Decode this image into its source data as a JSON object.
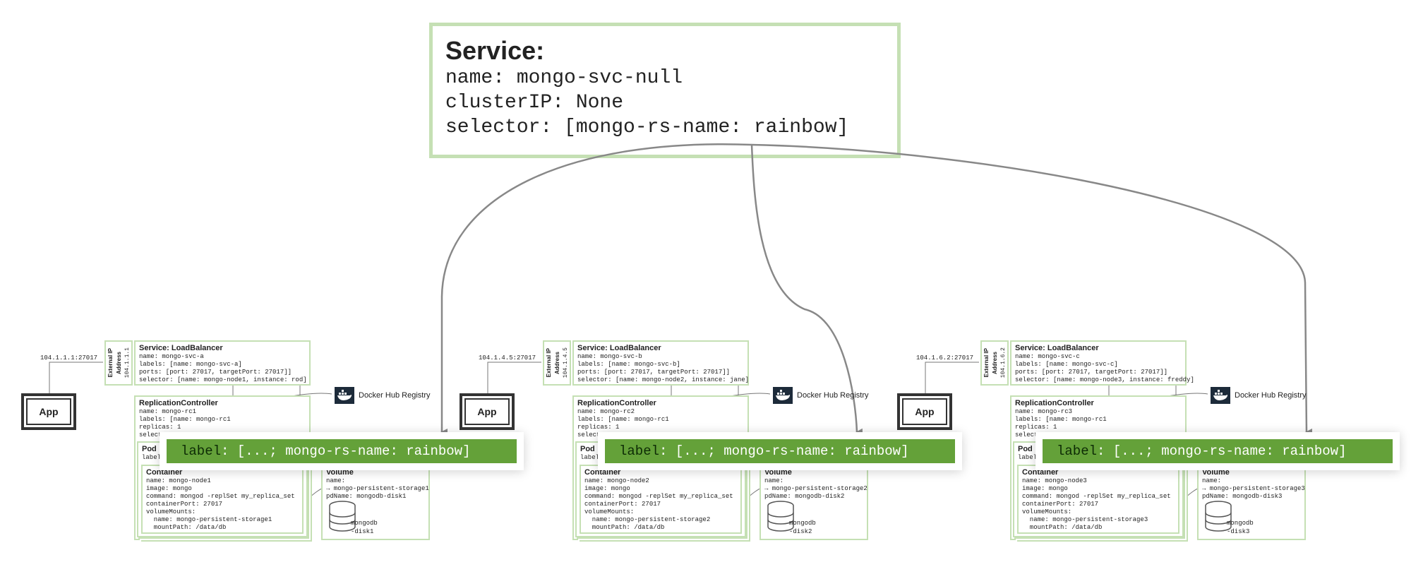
{
  "top_service": {
    "title": "Service:",
    "lines": [
      "name: mongo-svc-null",
      "clusterIP: None",
      "selector: [mongo-rs-name: rainbow]"
    ]
  },
  "label_key": "label",
  "label_value": ": [...; mongo-rs-name: rainbow]",
  "clusters": [
    {
      "ip_port": "104.1.1.1:27017",
      "ext_ip": {
        "title1": "External IP",
        "title2": "Address",
        "value": "104.1.1.1"
      },
      "app": "App",
      "lb": {
        "title": "Service: LoadBalancer",
        "lines": [
          "name: mongo-svc-a",
          "labels: [name: mongo-svc-a]",
          "ports: [port: 27017, targetPort: 27017]]",
          "selector: [name: mongo-node1, instance: rod]"
        ]
      },
      "rc": {
        "title": "ReplicationController",
        "lines": [
          "name: mongo-rc1",
          "labels: [name: mongo-rc1",
          "replicas: 1",
          "selector"
        ]
      },
      "docker": "Docker Hub Registry",
      "pod": {
        "title": "Pod",
        "line": "label"
      },
      "container": {
        "title": "Container",
        "lines": [
          "name: mongo-node1",
          "image: mongo",
          "command: mongod -replSet my_replica_set",
          "containerPort: 27017",
          "volumeMounts:",
          "  name: mongo-persistent-storage1",
          "  mountPath: /data/db"
        ]
      },
      "volume": {
        "title": "Volume",
        "lines": [
          "name:",
          "→ mongo-persistent-storage1",
          "pdName: mongodb-disk1"
        ],
        "disk": [
          "mongodb",
          "-disk1"
        ]
      }
    },
    {
      "ip_port": "104.1.4.5:27017",
      "ext_ip": {
        "title1": "External IP",
        "title2": "Address",
        "value": "104.1.4.5"
      },
      "app": "App",
      "lb": {
        "title": "Service: LoadBalancer",
        "lines": [
          "name: mongo-svc-b",
          "labels: [name: mongo-svc-b]",
          "ports: [port: 27017, targetPort: 27017]]",
          "selector: [name: mongo-node2, instance: jane]"
        ]
      },
      "rc": {
        "title": "ReplicationController",
        "lines": [
          "name: mongo-rc2",
          "labels: [name: mongo-rc1",
          "replicas: 1",
          "selector"
        ]
      },
      "docker": "Docker Hub Registry",
      "pod": {
        "title": "Pod",
        "line": "label"
      },
      "container": {
        "title": "Container",
        "lines": [
          "name: mongo-node2",
          "image: mongo",
          "command: mongod -replSet my_replica_set",
          "containerPort: 27017",
          "volumeMounts:",
          "  name: mongo-persistent-storage2",
          "  mountPath: /data/db"
        ]
      },
      "volume": {
        "title": "Volume",
        "lines": [
          "name:",
          "→ mongo-persistent-storage2",
          "pdName: mongodb-disk2"
        ],
        "disk": [
          "mongodb",
          "-disk2"
        ]
      }
    },
    {
      "ip_port": "104.1.6.2:27017",
      "ext_ip": {
        "title1": "External IP",
        "title2": "Address",
        "value": "104.1.6.2"
      },
      "app": "App",
      "lb": {
        "title": "Service: LoadBalancer",
        "lines": [
          "name: mongo-svc-c",
          "labels: [name: mongo-svc-c]",
          "ports: [port: 27017, targetPort: 27017]]",
          "selector: [name: mongo-node3, instance: freddy]"
        ]
      },
      "rc": {
        "title": "ReplicationController",
        "lines": [
          "name: mongo-rc3",
          "labels: [name: mongo-rc1",
          "replicas: 1",
          "selector"
        ]
      },
      "docker": "Docker Hub Registry",
      "pod": {
        "title": "Pod",
        "line": "label"
      },
      "container": {
        "title": "Container",
        "lines": [
          "name: mongo-node3",
          "image: mongo",
          "command: mongod -replSet my_replica_set",
          "containerPort: 27017",
          "volumeMounts:",
          "  name: mongo-persistent-storage3",
          "  mountPath: /data/db"
        ]
      },
      "volume": {
        "title": "Volume",
        "lines": [
          "name:",
          "→ mongo-persistent-storage3",
          "pdName: mongodb-disk3"
        ],
        "disk": [
          "mongodb",
          "-disk3"
        ]
      }
    }
  ],
  "colors": {
    "box_border": "#c5e0b4",
    "label_bg": "#64a139",
    "connector": "#888888",
    "docker_icon": "#1d2b3a"
  }
}
